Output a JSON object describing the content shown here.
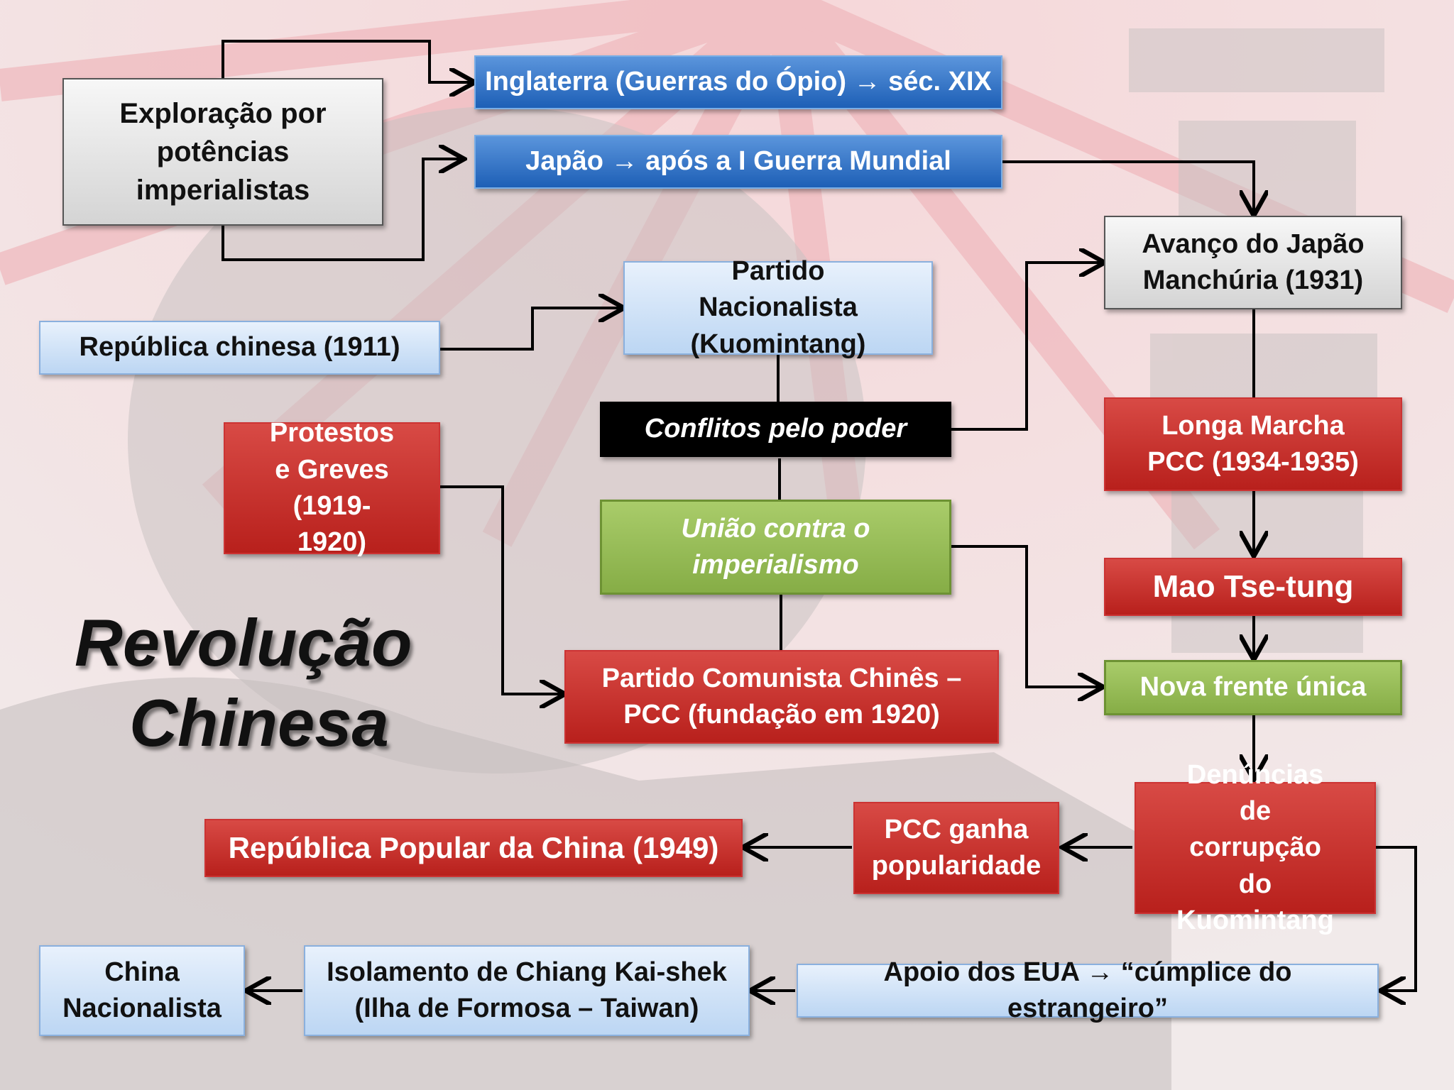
{
  "title": [
    "Revolução",
    "Chinesa"
  ],
  "nodes": {
    "exploracao": "Exploração por potências imperialistas",
    "inglaterra": "Inglaterra (Guerras do Ópio) → séc. XIX",
    "japao": "Japão → após a I Guerra Mundial",
    "avanco_japao": "Avanço do Japão Manchúria (1931)",
    "partido_nacionalista": "Partido Nacionalista (Kuomintang)",
    "republica_chinesa": "República chinesa (1911)",
    "conflitos": "Conflitos pelo poder",
    "protestos": "Protestos e Greves (1919-1920)",
    "uniao": "União contra o imperialismo",
    "longa_marcha": "Longa Marcha PCC (1934-1935)",
    "mao": "Mao Tse-tung",
    "nova_frente": "Nova frente única",
    "pcc": "Partido Comunista Chinês – PCC (fundação em 1920)",
    "denuncias": "Denúncias de corrupção do Kuomintang",
    "pcc_popularidade": "PCC ganha popularidade",
    "republica_popular": "República Popular da China (1949)",
    "apoio_eua": "Apoio dos EUA → “cúmplice do estrangeiro”",
    "isolamento": "Isolamento de Chiang Kai-shek (Ilha de Formosa – Taiwan)",
    "china_nacionalista": "China Nacionalista"
  },
  "colors": {
    "blue": "#2f6fc4",
    "light_blue": "#d3e4f8",
    "red": "#c4302b",
    "green": "#96bf57",
    "gray": "#e6e6e6",
    "black": "#000000"
  }
}
